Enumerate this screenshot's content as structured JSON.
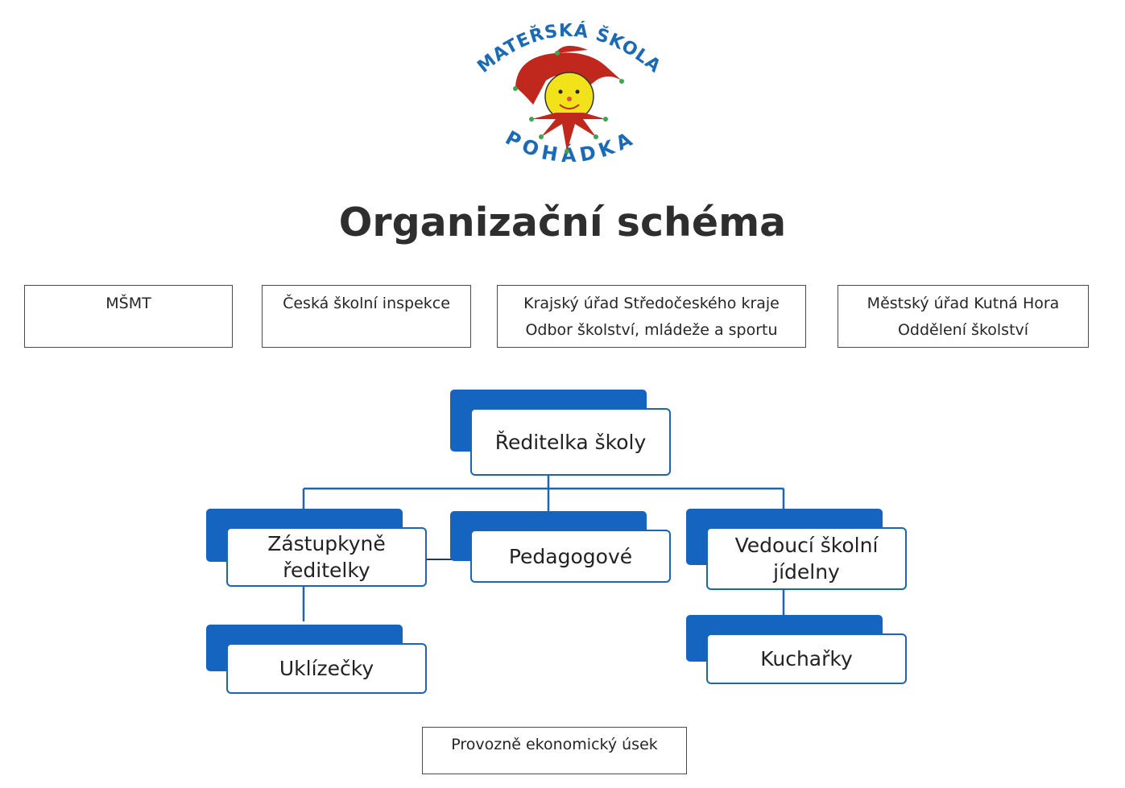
{
  "logo": {
    "text_top": "MATEŘSKÁ ŠKOLA",
    "text_bottom": "POHÁDKA",
    "icon": "jester-icon"
  },
  "title": "Organizační schéma",
  "authorities": [
    {
      "lines": [
        "MŠMT"
      ]
    },
    {
      "lines": [
        "Česká školní inspekce"
      ]
    },
    {
      "lines": [
        "Krajský úřad Středočeského kraje",
        "Odbor školství, mládeže a sportu"
      ]
    },
    {
      "lines": [
        "Městský úřad Kutná Hora",
        "Oddělení školství"
      ]
    }
  ],
  "org": {
    "director": [
      "Ředitelka školy"
    ],
    "deputy": [
      "Zástupkyně",
      "ředitelky"
    ],
    "teachers": [
      "Pedagogové"
    ],
    "kitchen_head": [
      "Vedoucí školní",
      "jídelny"
    ],
    "cleaners": [
      "Uklízečky"
    ],
    "cooks": [
      "Kuchařky"
    ]
  },
  "operations": "Provozně ekonomický úsek",
  "colors": {
    "node_shadow": "#1565c0",
    "node_border": "#1c64b4",
    "connector": "#1c64b4",
    "logo_blue": "#1a6ab5",
    "logo_red": "#c0281e",
    "logo_yellow": "#f2e21a"
  }
}
